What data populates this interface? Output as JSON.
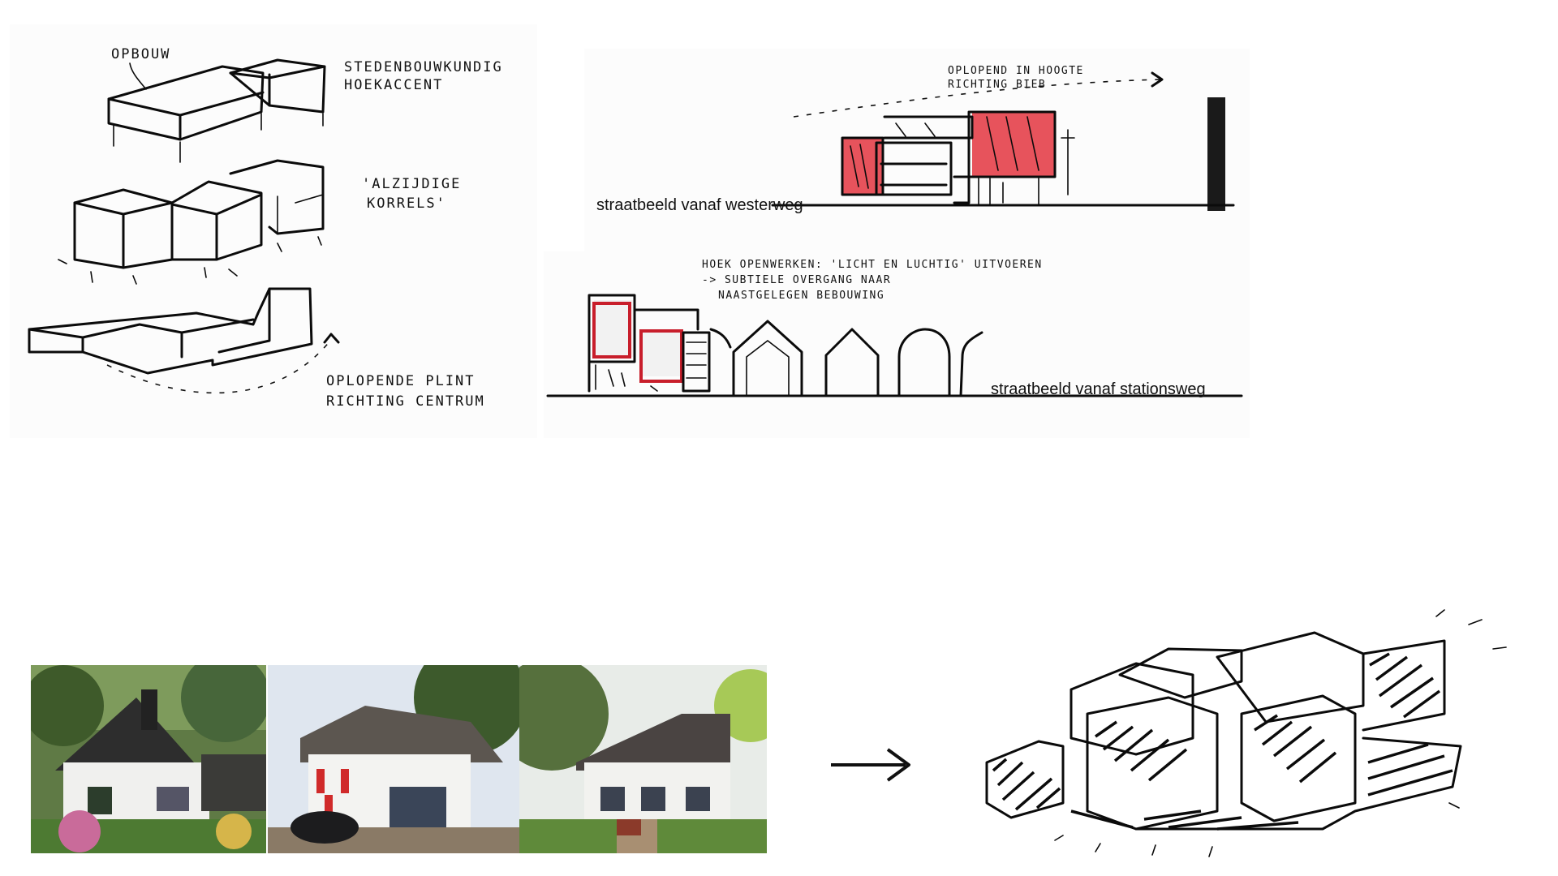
{
  "sketch_massing": {
    "label_opbouw": "OPBOUW",
    "label_hoekaccent_1": "STEDENBOUWKUNDIG",
    "label_hoekaccent_2": "HOEKACCENT",
    "label_korrels_1": "'ALZIJDIGE",
    "label_korrels_2": "KORRELS'",
    "label_plint_1": "OPLOPENDE PLINT",
    "label_plint_2": "RICHTING CENTRUM"
  },
  "elevation_westerweg": {
    "note_1": "OPLOPEND IN HOOGTE",
    "note_2": "RICHTING BIEB",
    "caption": "straatbeeld vanaf westerweg"
  },
  "elevation_stationsweg": {
    "note_1": "HOEK OPENWERKEN: 'LICHT EN LUCHTIG' UITVOEREN",
    "note_2": "-> SUBTIELE OVERGANG NAAR",
    "note_3": "NAASTGELEGEN BEBOUWING",
    "caption": "straatbeeld vanaf stationsweg"
  },
  "photos": [
    {
      "subject": "white-cottage-with-thatched-roof"
    },
    {
      "subject": "white-house-with-red-shutters"
    },
    {
      "subject": "white-villa-with-tiled-roof"
    }
  ],
  "arrow": {
    "icon": "right-arrow-icon"
  },
  "colors": {
    "accent_red": "#e3353f",
    "ink": "#0b0b0b"
  }
}
